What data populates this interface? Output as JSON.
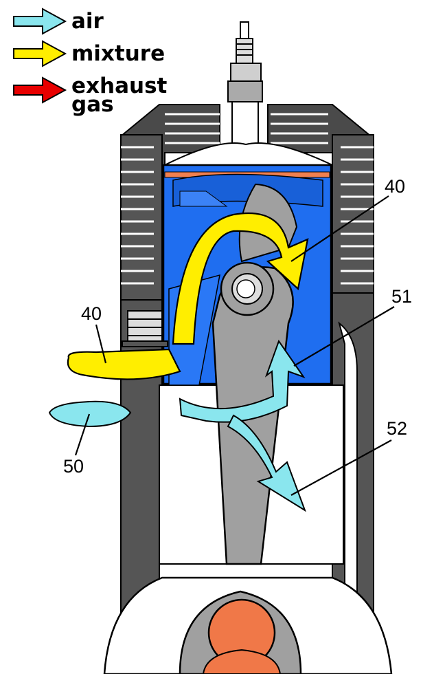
{
  "legend": [
    {
      "label": "air",
      "color": "#8ae6ee"
    },
    {
      "label": "mixture",
      "color": "#ffee00"
    },
    {
      "label": "exhaust",
      "label_line2": "gas",
      "color": "#e80000"
    }
  ],
  "callouts": {
    "mixture_upper": "40",
    "mixture_inlet": "40",
    "air_inlet": "50",
    "air_upper": "51",
    "air_lower": "52"
  },
  "colors": {
    "cylinder": "#5a5a5a",
    "piston_blue": "#1f6ef0",
    "rod_gray": "#9a9a9a",
    "crank_pin": "#f07848",
    "outline": "#000000",
    "background": "#ffffff"
  },
  "icons": {
    "legend_arrow": "right-arrow",
    "flow_arrow": "curved-arrow"
  }
}
